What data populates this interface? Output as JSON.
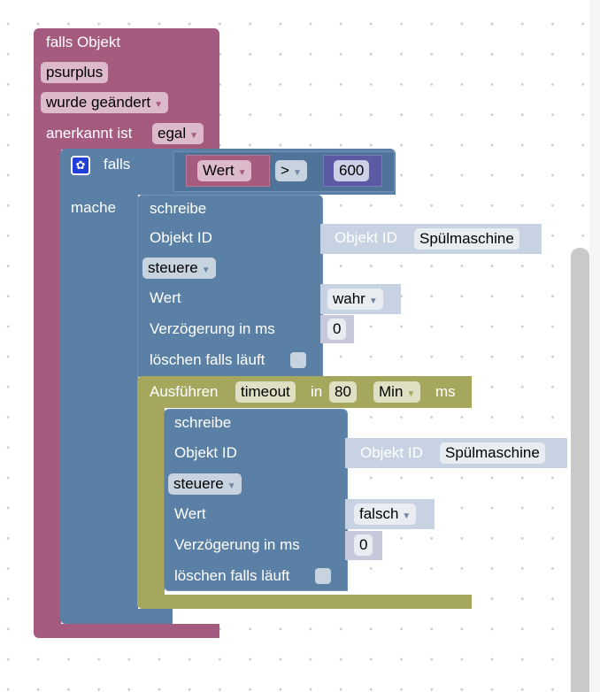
{
  "event_block": {
    "title": "falls Objekt",
    "object": "psurplus",
    "trigger": "wurde geändert",
    "ack_label": "anerkannt ist",
    "ack_value": "egal"
  },
  "if_block": {
    "label_if": "falls",
    "label_do": "mache",
    "compare": {
      "left": "Wert",
      "operator": ">",
      "right": "600"
    }
  },
  "write1": {
    "title": "schreibe",
    "obj_label": "Objekt ID",
    "obj_prefix": "Objekt ID",
    "obj_value": "Spülmaschine",
    "mode": "steuere",
    "value_label": "Wert",
    "value": "wahr",
    "delay_label": "Verzögerung in ms",
    "delay": "0",
    "clear_label": "löschen falls läuft"
  },
  "timeout_block": {
    "label": "Ausführen",
    "name": "timeout",
    "in": "in",
    "amount": "80",
    "unit": "Min",
    "ms": "ms"
  },
  "write2": {
    "title": "schreibe",
    "obj_label": "Objekt ID",
    "obj_prefix": "Objekt ID",
    "obj_value": "Spülmaschine",
    "mode": "steuere",
    "value_label": "Wert",
    "value": "falsch",
    "delay_label": "Verzögerung in ms",
    "delay": "0",
    "clear_label": "löschen falls läuft"
  },
  "colors": {
    "event": "#a55b80",
    "logic": "#5b80a5",
    "timeout": "#a5a85c",
    "math": "#5b5ba5"
  }
}
